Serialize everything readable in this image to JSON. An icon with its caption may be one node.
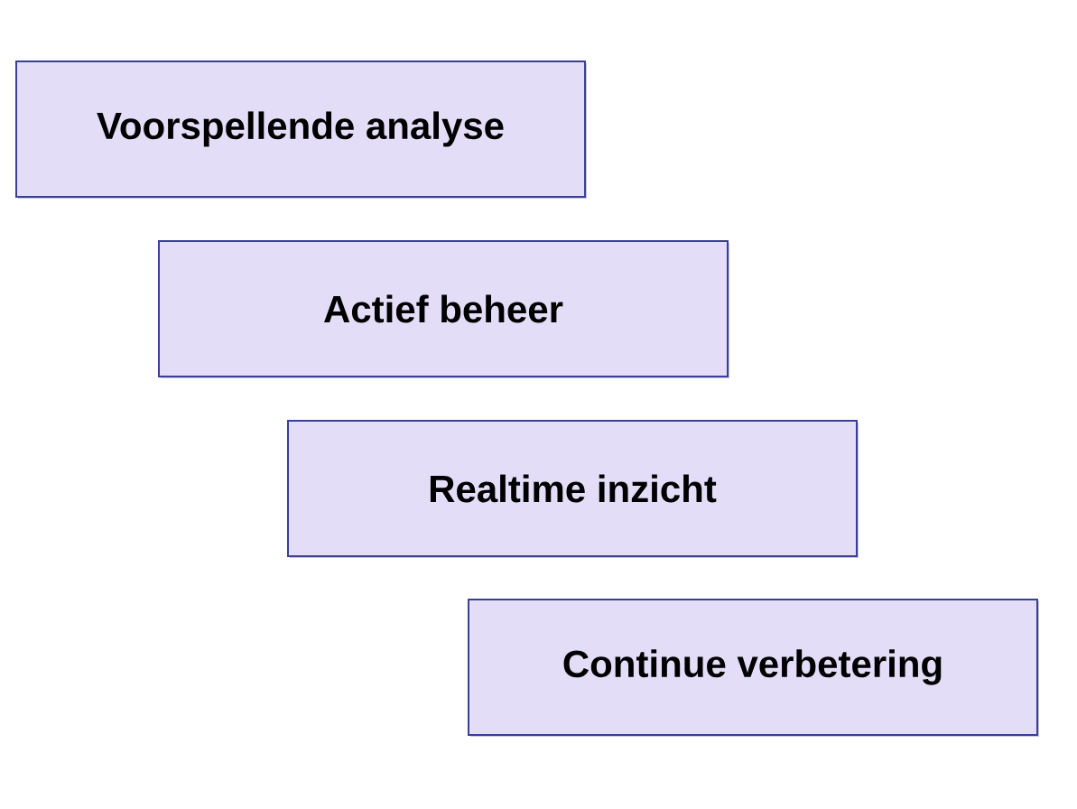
{
  "diagram": {
    "nodes": [
      {
        "text": [
          "Voorspellende analyse"
        ]
      },
      {
        "text": [
          "Actief beheer"
        ]
      },
      {
        "text": [
          "Realtime inzicht"
        ]
      },
      {
        "text": [
          "Continue verbetering"
        ]
      }
    ]
  }
}
